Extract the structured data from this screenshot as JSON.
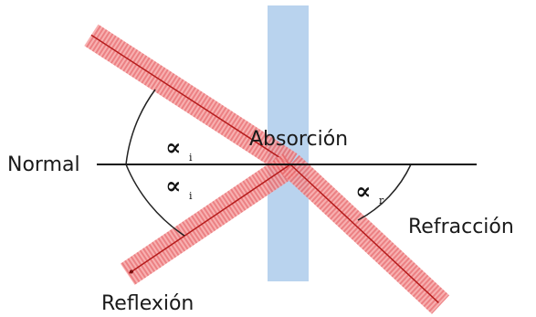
{
  "labels": {
    "normal": "Normal",
    "absorption": "Absorción",
    "refraction": "Refracción",
    "reflection": "Reflexión"
  },
  "angles": {
    "incident_symbol": "∝",
    "incident_subscript": "i",
    "reflected_symbol": "∝",
    "reflected_subscript": "i",
    "refracted_symbol": "∝",
    "refracted_subscript": "r"
  },
  "colors": {
    "beam": "#f08080",
    "beam_hatch": "#e4575a",
    "beam_axis": "#b51b1b",
    "medium": "#b9d3ee",
    "normal_line": "#111111",
    "arc": "#222222"
  }
}
